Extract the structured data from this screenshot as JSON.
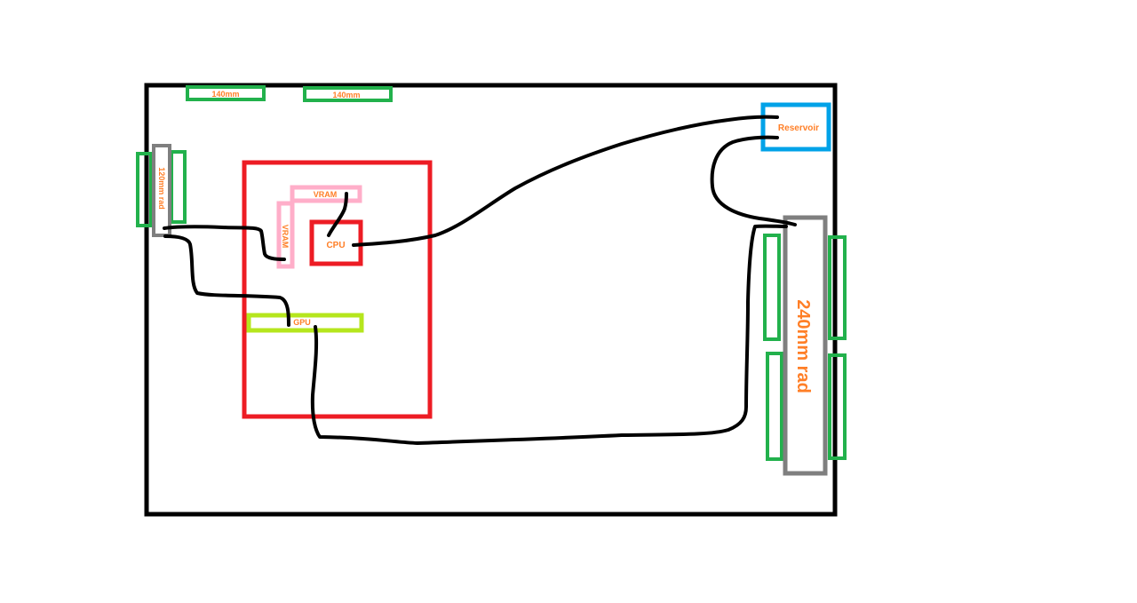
{
  "colors": {
    "case_outline": "#000000",
    "fan": "#22b14c",
    "radiator": "#7f7f7f",
    "motherboard": "#ed1c24",
    "vram": "#ffaec9",
    "cpu": "#ed1c24",
    "gpu": "#b5e61d",
    "reservoir": "#00a2e8",
    "label_text": "#ff7f27",
    "tubing": "#000000",
    "background": "#ffffff"
  },
  "labels": {
    "fan_top_left": "140mm",
    "fan_top_right": "140mm",
    "rad_left": "120mm rad",
    "rad_right": "240mm rad",
    "reservoir": "Reservoir",
    "vram_top": "VRAM",
    "vram_side": "VRAM",
    "cpu": "CPU",
    "gpu": "GPU"
  }
}
